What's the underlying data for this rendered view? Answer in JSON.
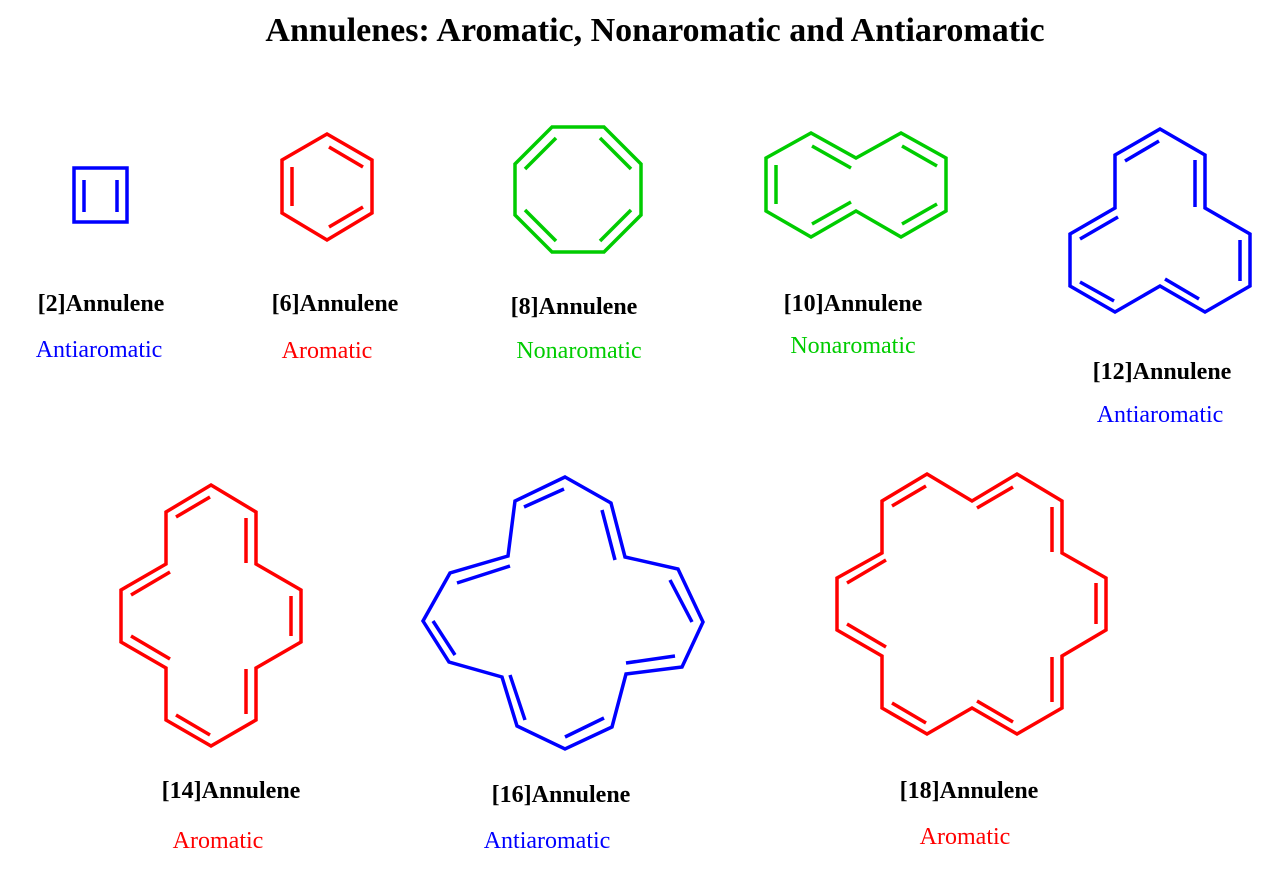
{
  "title": "Annulenes: Aromatic, Nonaromatic and Antiaromatic",
  "colors": {
    "antiaromatic": "#0000ff",
    "aromatic": "#ff0000",
    "nonaromatic": "#00cc00"
  },
  "molecules": [
    {
      "name": "[2]Annulene",
      "classification": "Antiaromatic"
    },
    {
      "name": "[6]Annulene",
      "classification": "Aromatic"
    },
    {
      "name": "[8]Annulene",
      "classification": "Nonaromatic"
    },
    {
      "name": "[10]Annulene",
      "classification": "Nonaromatic"
    },
    {
      "name": "[12]Annulene",
      "classification": "Antiaromatic"
    },
    {
      "name": "[14]Annulene",
      "classification": "Aromatic"
    },
    {
      "name": "[16]Annulene",
      "classification": "Antiaromatic"
    },
    {
      "name": "[18]Annulene",
      "classification": "Aromatic"
    }
  ]
}
